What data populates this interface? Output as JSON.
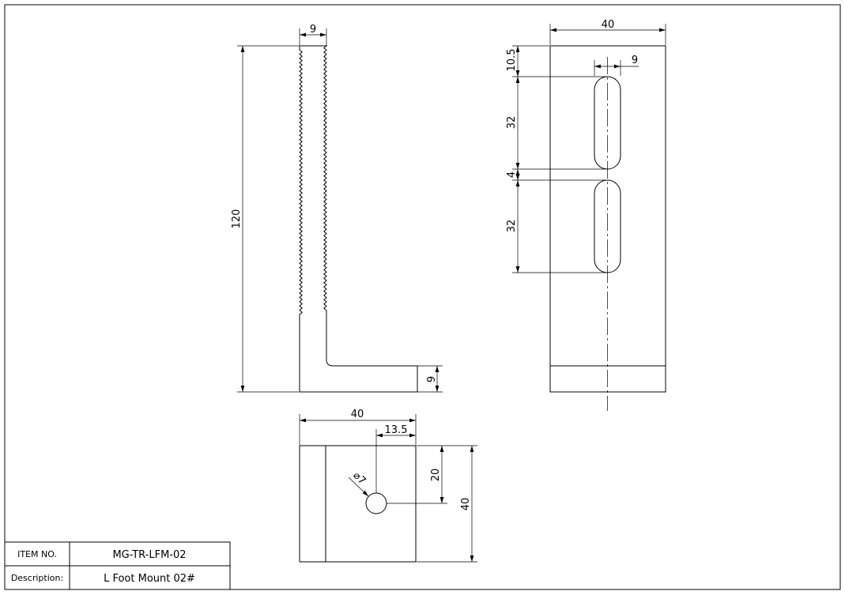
{
  "drawing": {
    "side_view": {
      "flange_width": "9",
      "total_height": "120",
      "foot_thickness": "9"
    },
    "front_view": {
      "width": "40",
      "slot_width": "9",
      "top_offset": "10.5",
      "slot1_length": "32",
      "gap": "4",
      "slot2_length": "32"
    },
    "bottom_view": {
      "width": "40",
      "hole_offset_x": "13.5",
      "hole_offset_y": "20",
      "depth": "40",
      "hole_diameter": "⌀7"
    }
  },
  "title_block": {
    "item_label": "ITEM NO.",
    "item_value": "MG-TR-LFM-02",
    "desc_label": "Description:",
    "desc_value": "L Foot Mount 02#"
  }
}
